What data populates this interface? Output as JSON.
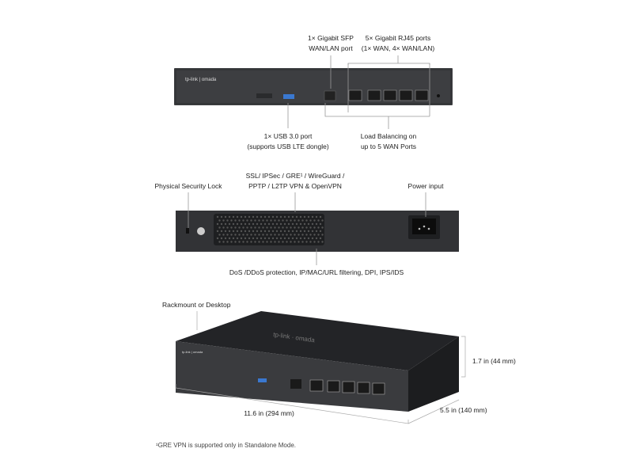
{
  "front_view": {
    "brand": "tp-link | omada",
    "callouts": {
      "sfp": [
        "1× Gigabit SFP",
        "WAN/LAN port"
      ],
      "rj45": [
        "5× Gigabit RJ45 ports",
        "(1× WAN, 4× WAN/LAN)"
      ],
      "usb": [
        "1× USB 3.0 port",
        "(supports USB LTE dongle)"
      ],
      "load_balancing": [
        "Load Balancing on",
        "up to 5 WAN Ports"
      ]
    }
  },
  "rear_view": {
    "callouts": {
      "lock": "Physical Security Lock",
      "vpn": [
        "SSL/ IPSec / GRE¹ / WireGuard /",
        "PPTP / L2TP VPN & OpenVPN"
      ],
      "power": "Power input",
      "security": "DoS /DDoS protection, IP/MAC/URL filtering, DPI, IPS/IDS"
    }
  },
  "perspective_view": {
    "brand": "tp-link · omada",
    "callouts": {
      "mount": "Rackmount or Desktop",
      "height": "1.7 in (44 mm)",
      "depth": "5.5 in (140 mm)",
      "width": "11.6 in (294 mm)"
    }
  },
  "footnote": "¹GRE VPN is supported only in Standalone Mode.",
  "colors": {
    "device_body": "#3a3b3e",
    "device_top": "#2a2b2e",
    "usb_port": "#3a78d0",
    "line": "#888888"
  }
}
